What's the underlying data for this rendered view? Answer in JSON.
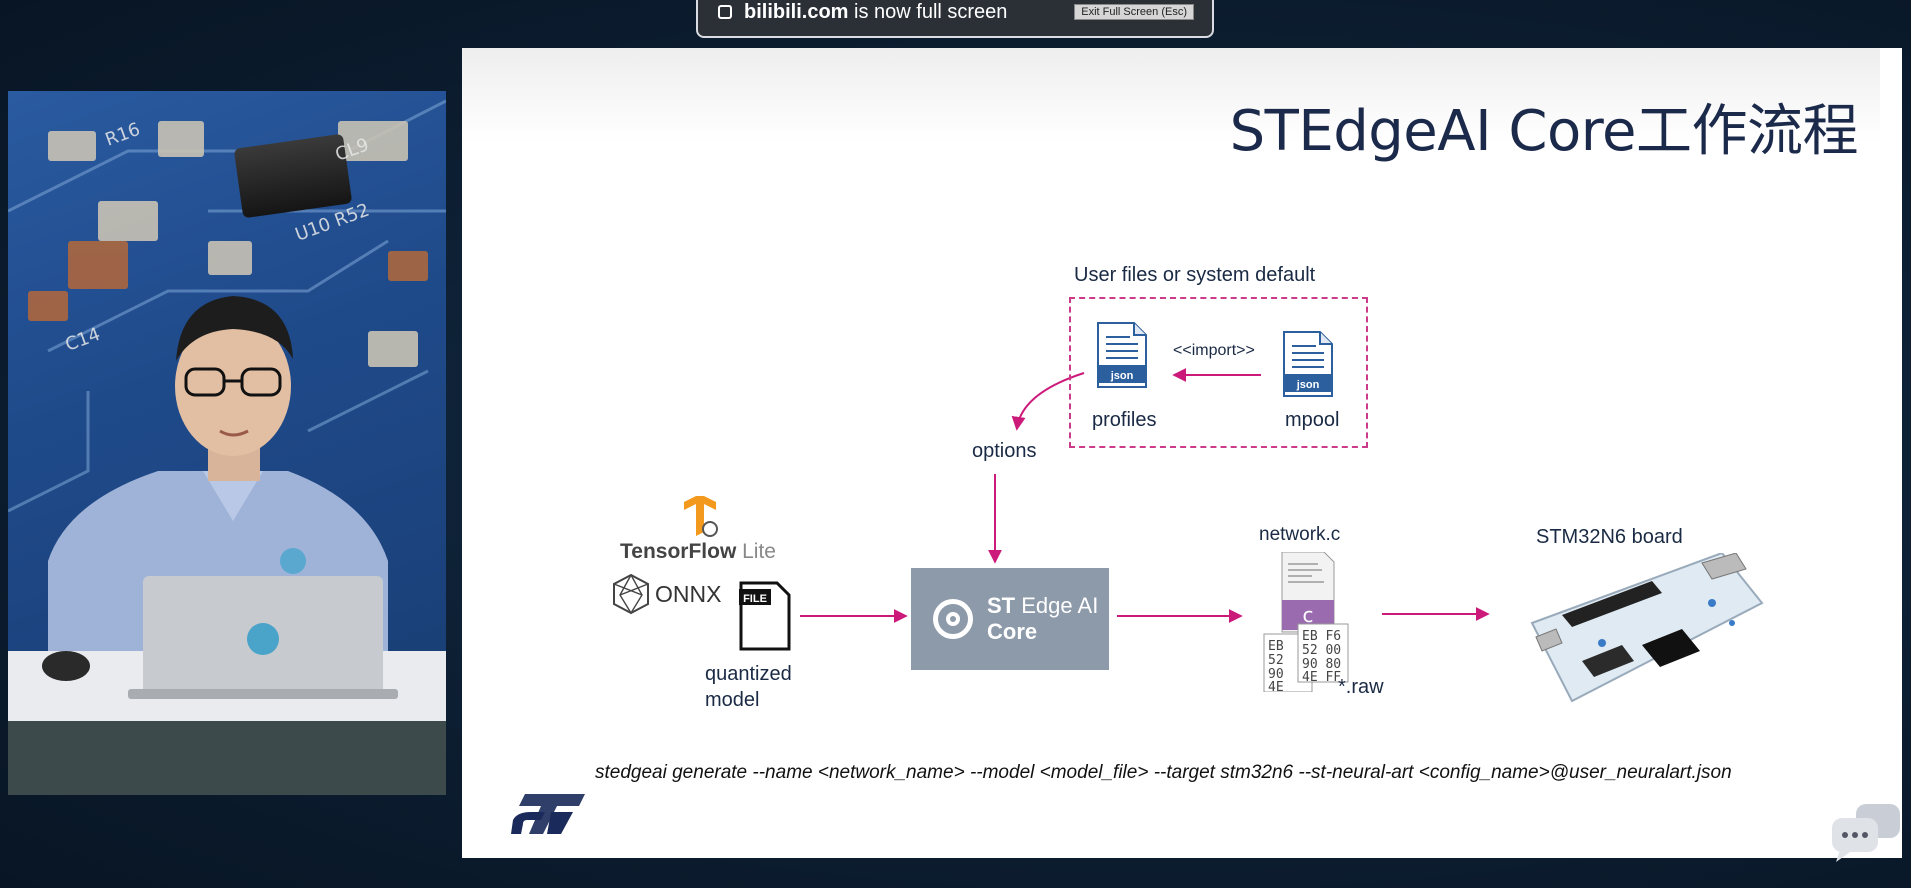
{
  "browser": {
    "toast_site": "bilibili.com",
    "toast_text": "is now full screen",
    "exit_label": "Exit Full Screen (Esc)"
  },
  "slide": {
    "title": "STEdgeAI Core工作流程",
    "user_files_label": "User files or system default",
    "import_label": "<<import>>",
    "profiles_label": "profiles",
    "mpool_label": "mpool",
    "json_badge": "json",
    "options_label": "options",
    "tflite_label_bold": "TensorFlow",
    "tflite_label_light": "Lite",
    "onnx_label": "ONNX",
    "file_badge": "FILE",
    "quantized_line1": "quantized",
    "quantized_line2": "model",
    "core_line1_bold": "ST",
    "core_line1_light": "Edge AI",
    "core_line2": "Core",
    "network_label": "network.c",
    "raw_label": "*.raw",
    "board_label": "STM32N6  board",
    "command": "stedgeai generate --name <network_name> --model <model_file> --target stm32n6 --st-neural-art <config_name>@user_neuralart.json",
    "logo_text": "ST"
  },
  "colors": {
    "accent_magenta": "#cc1a7a",
    "title_navy": "#1b2a4a",
    "core_box_gray": "#8d9aaa"
  }
}
